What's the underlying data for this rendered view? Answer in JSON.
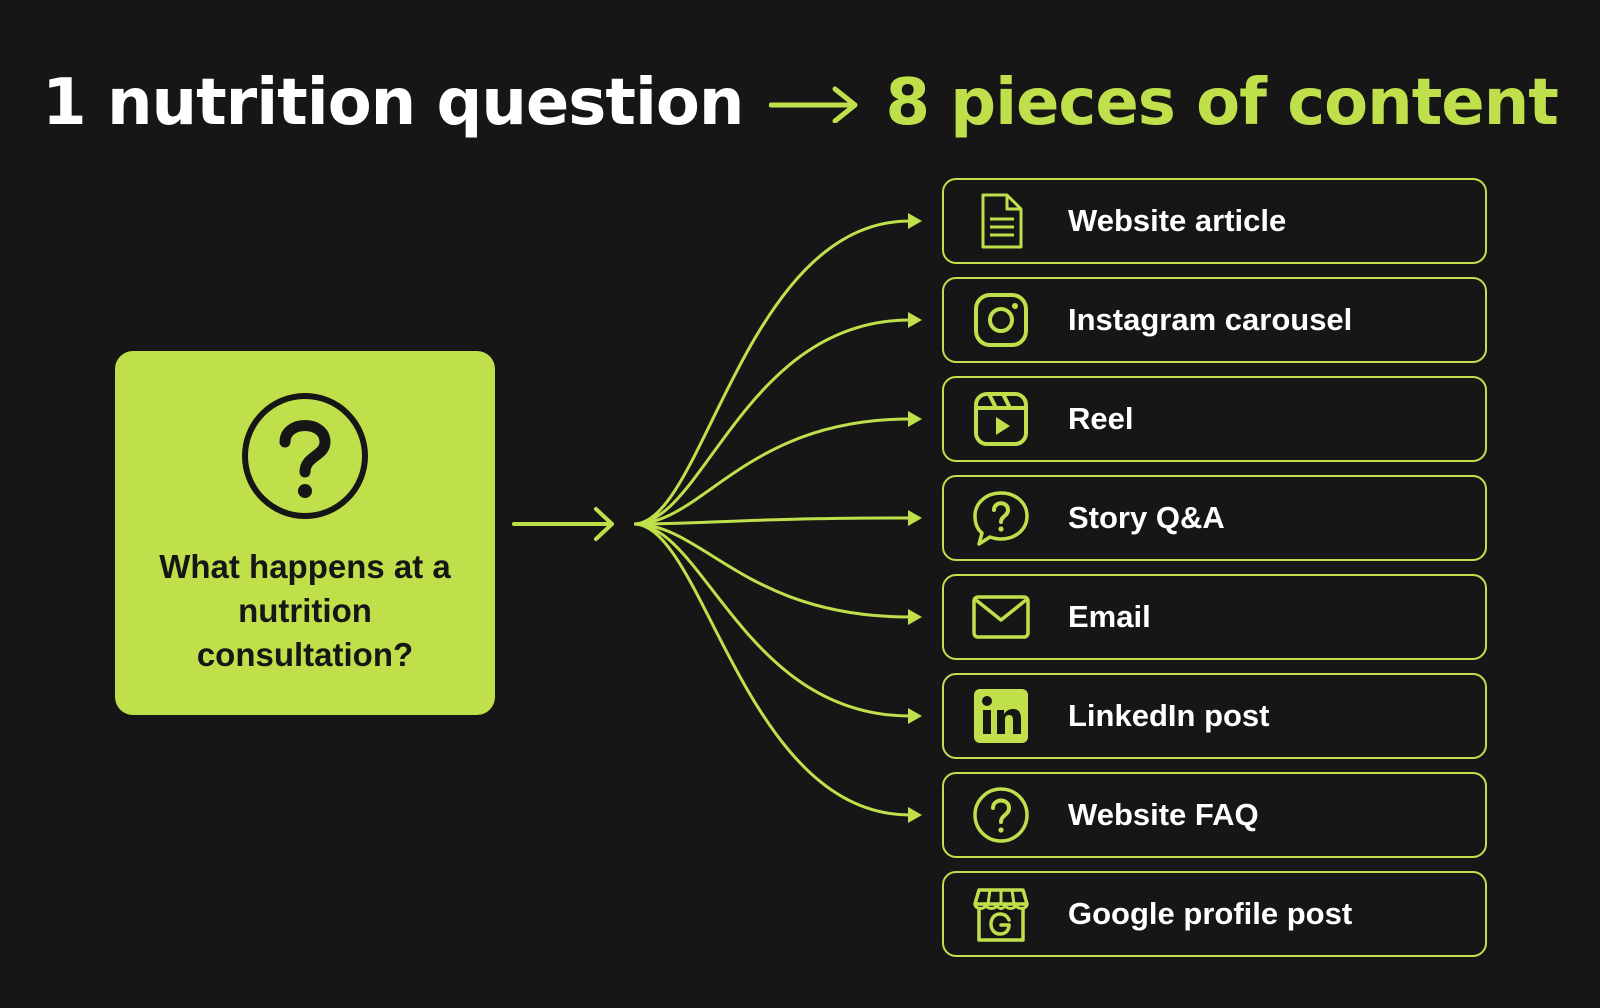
{
  "headline": {
    "left": "1 nutrition question",
    "right": "8 pieces of content"
  },
  "source": {
    "icon": "question-circle-icon",
    "text": "What happens at a nutrition consultation?"
  },
  "outputs": [
    {
      "label": "Website article",
      "icon": "document-icon"
    },
    {
      "label": "Instagram carousel",
      "icon": "instagram-icon"
    },
    {
      "label": "Reel",
      "icon": "reel-icon"
    },
    {
      "label": "Story Q&A",
      "icon": "speech-question-icon"
    },
    {
      "label": "Email",
      "icon": "envelope-icon"
    },
    {
      "label": "LinkedIn post",
      "icon": "linkedin-icon"
    },
    {
      "label": "Website FAQ",
      "icon": "question-circle-icon"
    },
    {
      "label": "Google profile post",
      "icon": "google-storefront-icon"
    }
  ],
  "colors": {
    "background": "#161616",
    "accent": "#bfe04b",
    "text": "#ffffff",
    "dark_text": "#161616"
  }
}
